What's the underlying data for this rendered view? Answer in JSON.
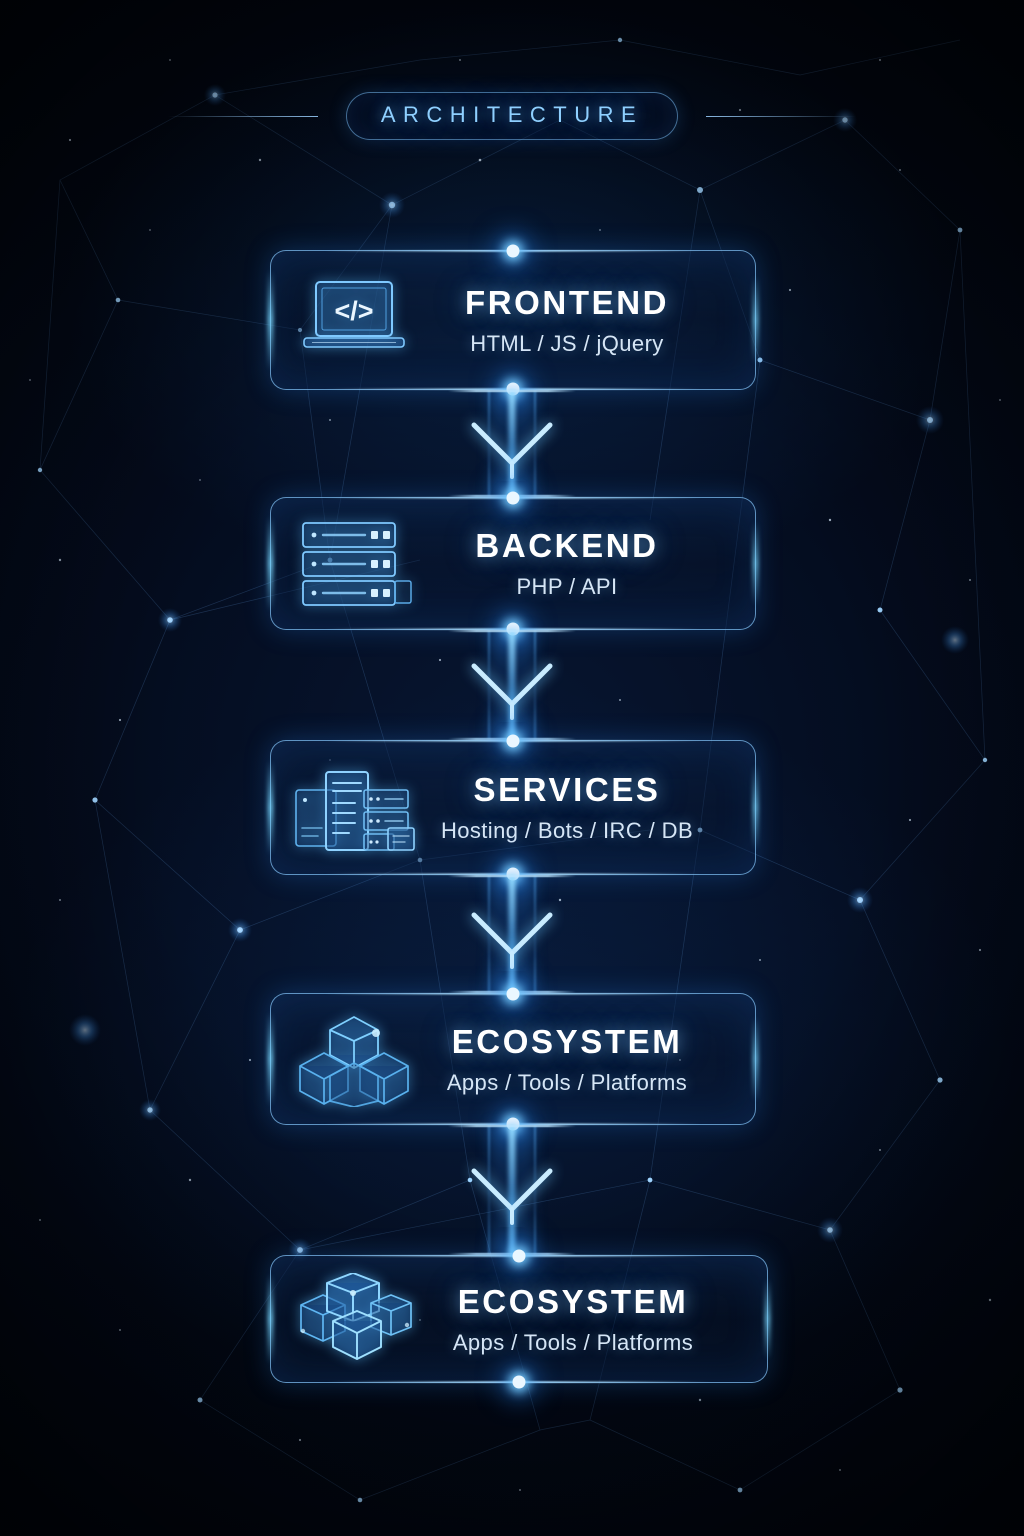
{
  "page": {
    "title": "ARCHITECTURE",
    "background": "#02060f",
    "accent": "#7ecbff",
    "title_color": "#8fd0ff",
    "card_border": "#82c3fa",
    "heading_color": "#ffffff",
    "sub_color": "#d6e6f6"
  },
  "header": {
    "label": "ARCHITECTURE"
  },
  "flow": {
    "cards": [
      {
        "id": "frontend",
        "title": "FRONTEND",
        "subtitle": "HTML / JS / jQuery",
        "icon": "laptop-code-icon"
      },
      {
        "id": "backend",
        "title": "BACKEND",
        "subtitle": "PHP / API",
        "icon": "server-rack-icon"
      },
      {
        "id": "services",
        "title": "SERVICES",
        "subtitle": "Hosting / Bots / IRC / DB",
        "icon": "server-tower-icon"
      },
      {
        "id": "ecosystem-1",
        "title": "ECOSYSTEM",
        "subtitle": "Apps / Tools / Platforms",
        "icon": "cube-stack-icon"
      },
      {
        "id": "ecosystem-2",
        "title": "ECOSYSTEM",
        "subtitle": "Apps / Tools / Platforms",
        "icon": "cube-cluster-icon"
      }
    ],
    "connectors": [
      {
        "from": "frontend",
        "to": "backend",
        "icon": "down-arrow-icon"
      },
      {
        "from": "backend",
        "to": "services",
        "icon": "down-arrow-icon"
      },
      {
        "from": "services",
        "to": "ecosystem-1",
        "icon": "down-arrow-icon"
      },
      {
        "from": "ecosystem-1",
        "to": "ecosystem-2",
        "icon": "down-arrow-icon"
      }
    ]
  }
}
